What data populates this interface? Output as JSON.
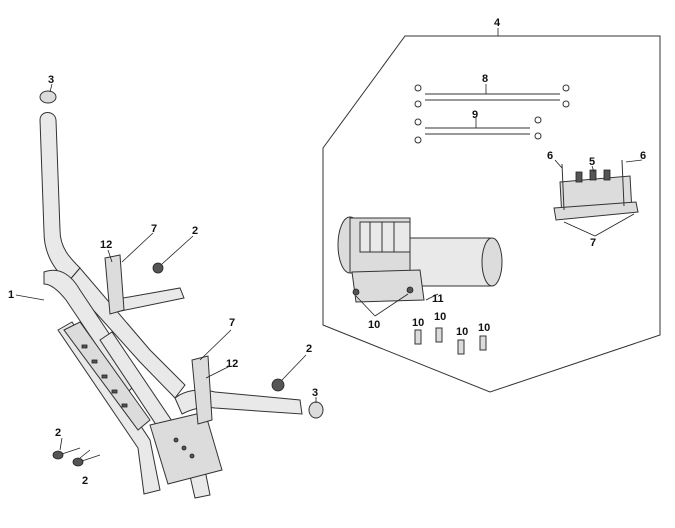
{
  "diagram": {
    "callouts": {
      "c1": "1",
      "c2a": "2",
      "c2b": "2",
      "c2c": "2",
      "c2d": "2",
      "c3a": "3",
      "c3b": "3",
      "c4": "4",
      "c5": "5",
      "c6a": "6",
      "c6b": "6",
      "c7a": "7",
      "c7b": "7",
      "c7c": "7",
      "c8": "8",
      "c9": "9",
      "c10a": "10",
      "c10b": "10",
      "c10c": "10",
      "c10d": "10",
      "c10e": "10",
      "c11": "11",
      "c12a": "12",
      "c12b": "12"
    }
  }
}
